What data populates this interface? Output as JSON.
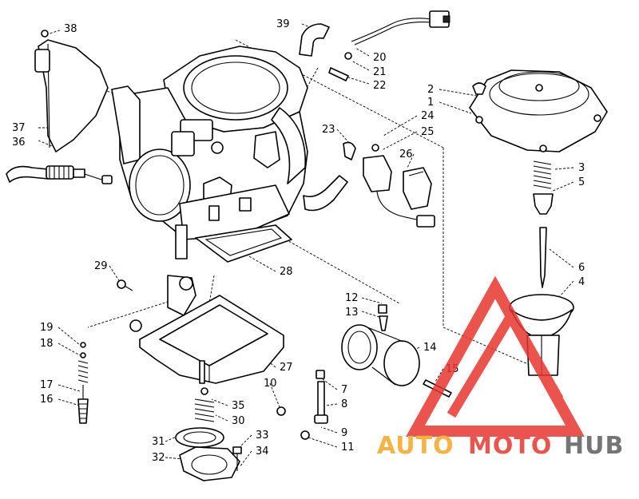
{
  "diagram": {
    "callouts": [
      "1",
      "2",
      "3",
      "4",
      "5",
      "6",
      "7",
      "8",
      "9",
      "10",
      "11",
      "12",
      "13",
      "14",
      "15",
      "16",
      "17",
      "18",
      "19",
      "20",
      "21",
      "22",
      "23",
      "24",
      "25",
      "26",
      "27",
      "28",
      "29",
      "30",
      "31",
      "32",
      "33",
      "34",
      "35",
      "36",
      "37",
      "38",
      "39"
    ]
  },
  "watermark": {
    "part1": "AUTO",
    "part2": "MOTO",
    "part3": "HUB",
    "color_orange": "#f5a623",
    "color_red": "#e8362f",
    "color_gray": "#5d5d5d"
  }
}
